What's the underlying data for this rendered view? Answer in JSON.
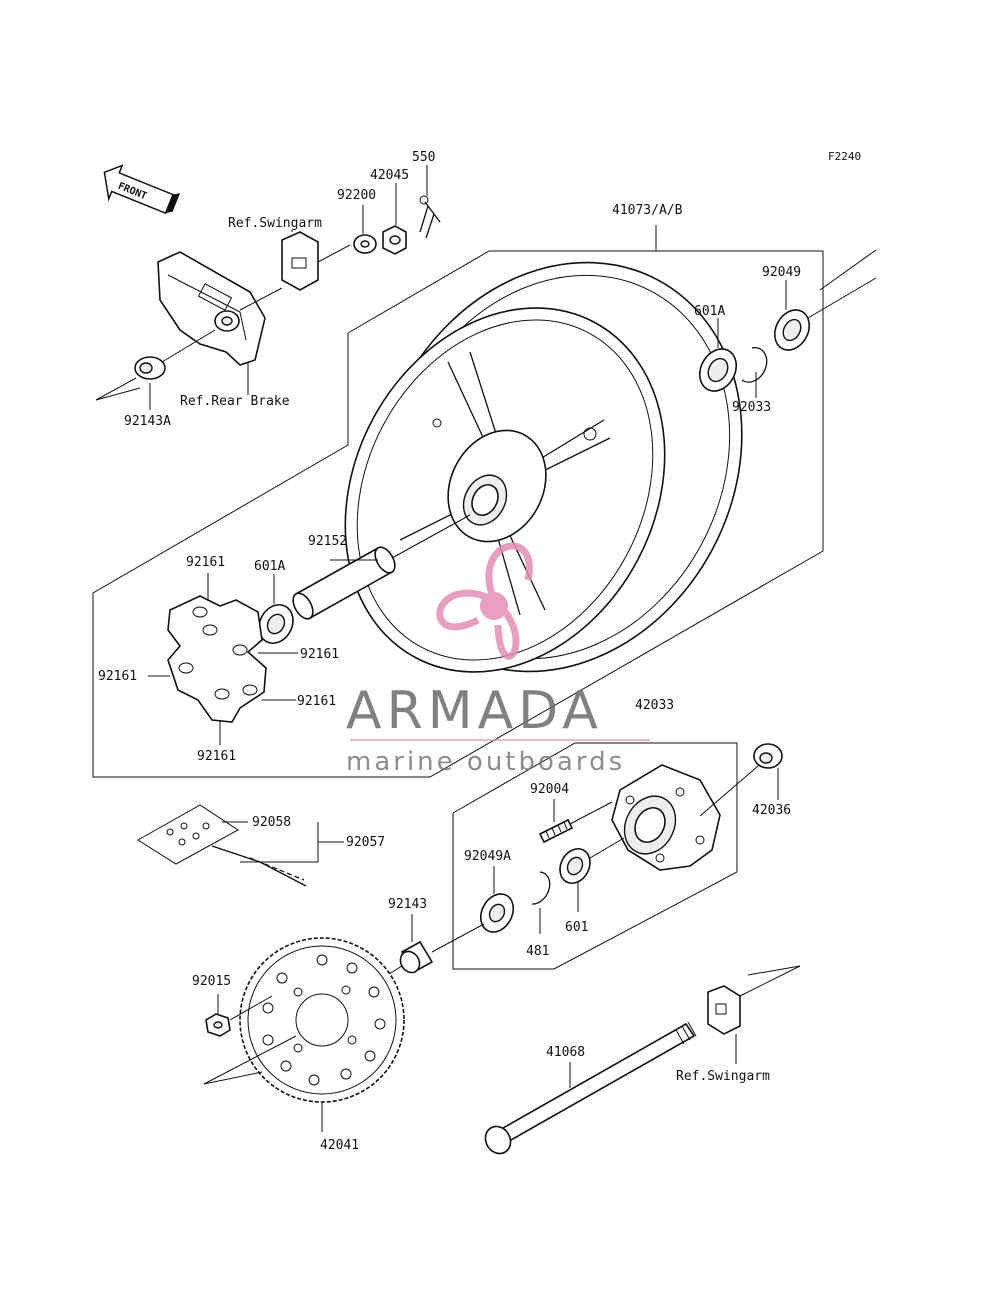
{
  "figure_code": "F2240",
  "front_label": "FRONT",
  "parts": {
    "p550": "550",
    "p42045": "42045",
    "p92200": "92200",
    "ref_swingarm_top": "Ref.Swingarm",
    "p41073": "41073/A/B",
    "p92049": "92049",
    "p601A_right": "601A",
    "p92033": "92033",
    "ref_rear_brake": "Ref.Rear Brake",
    "p92143A": "92143A",
    "p92152": "92152",
    "p92161_top": "92161",
    "p601A_left": "601A",
    "p92161_right_upper": "92161",
    "p92161_left": "92161",
    "p92161_right_lower": "92161",
    "p92161_bottom": "92161",
    "p42033": "42033",
    "p42036": "42036",
    "p92004": "92004",
    "p92058": "92058",
    "p92057": "92057",
    "p92049A": "92049A",
    "p481": "481",
    "p601": "601",
    "p92143": "92143",
    "p92015": "92015",
    "p41068": "41068",
    "ref_swingarm_bottom": "Ref.Swingarm",
    "p42041": "42041"
  },
  "watermark": {
    "title": "ARMADA",
    "subtitle": "marine outboards",
    "logo_color": "#e48fb4",
    "text_color": "#6a6a6a"
  }
}
